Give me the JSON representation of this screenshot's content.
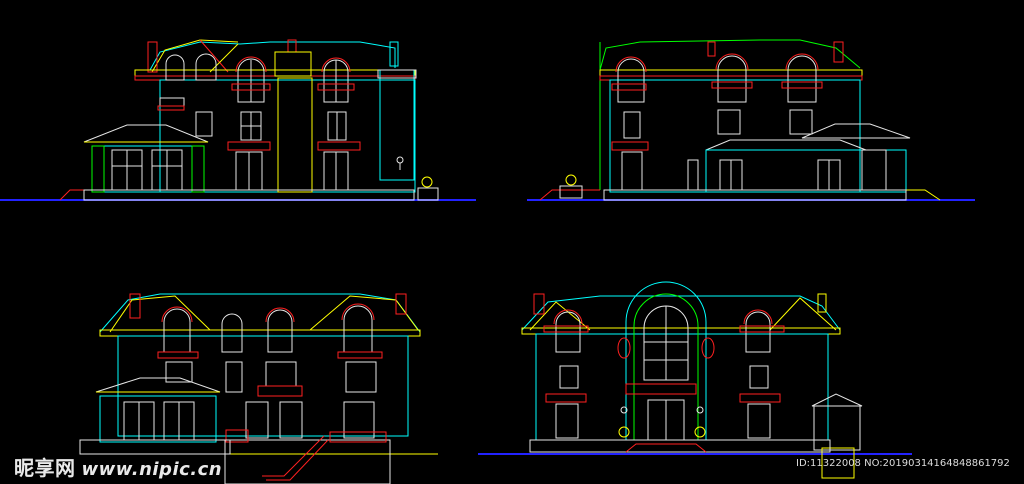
{
  "watermark": {
    "brand": "昵享网",
    "url": "www.nipic.cn",
    "id_text": "ID:11322008 NO:20190314164848861792"
  },
  "colors": {
    "background": "#000000",
    "ground": "#2222ff",
    "yellow": "#ffff00",
    "cyan": "#00ffff",
    "red": "#ff2020",
    "white": "#e6e6e6",
    "green": "#00ff00",
    "magenta": "#ff00ff"
  },
  "elevations": [
    {
      "name": "elevation-top-left"
    },
    {
      "name": "elevation-top-right"
    },
    {
      "name": "elevation-bottom-left"
    },
    {
      "name": "elevation-bottom-right"
    }
  ]
}
